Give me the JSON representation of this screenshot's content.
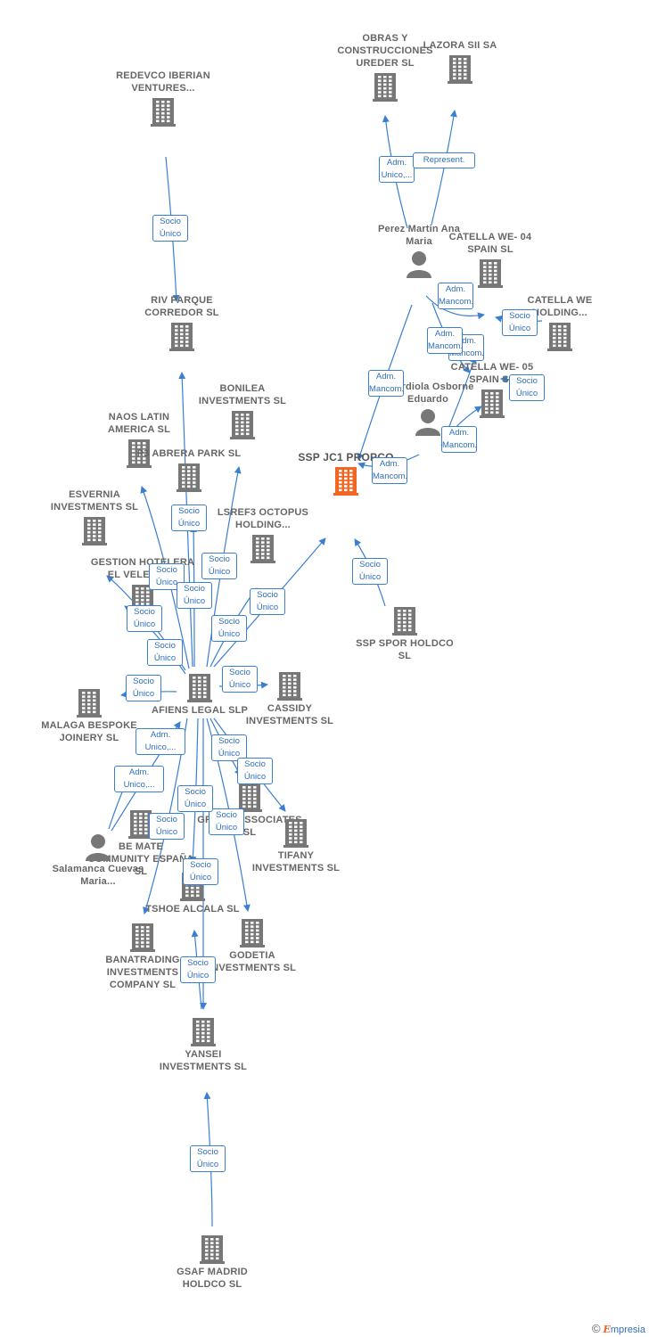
{
  "colors": {
    "edge": "#3a7fd0",
    "building": "#777777",
    "focus": "#f26522",
    "badge_border": "#3a7fd0"
  },
  "nodes": [
    {
      "id": "redevco",
      "kind": "company",
      "name": "REDEVCO IBERIAN VENTURES..."
    },
    {
      "id": "obras",
      "kind": "company",
      "name": "OBRAS Y CONSTRUCCIONES UREDER SL"
    },
    {
      "id": "lazora",
      "kind": "company",
      "name": "LAZORA SII SA"
    },
    {
      "id": "perez",
      "kind": "person",
      "name": "Perez Martin Ana Maria"
    },
    {
      "id": "catella04",
      "kind": "company",
      "name": "CATELLA WE- 04 SPAIN SL"
    },
    {
      "id": "catellawe",
      "kind": "company",
      "name": "CATELLA WE HOLDING..."
    },
    {
      "id": "catella05",
      "kind": "company",
      "name": "CATELLA WE- 05 SPAIN SL"
    },
    {
      "id": "guardiola",
      "kind": "person",
      "name": "Guardiola Osborne Eduardo"
    },
    {
      "id": "rivparque",
      "kind": "company",
      "name": "RIV PARQUE CORREDOR SL"
    },
    {
      "id": "bonilea",
      "kind": "company",
      "name": "BONILEA INVESTMENTS SL"
    },
    {
      "id": "naos",
      "kind": "company",
      "name": "NAOS LATIN AMERICA SL"
    },
    {
      "id": "p3abrera",
      "kind": "company",
      "name": "P3 ABRERA PARK SL"
    },
    {
      "id": "sspjc1",
      "kind": "focus",
      "name": "SSP JC1 PROPCO"
    },
    {
      "id": "esvernia",
      "kind": "company",
      "name": "ESVERNIA INVESTMENTS SL"
    },
    {
      "id": "lsref3",
      "kind": "company",
      "name": "LSREF3 OCTOPUS HOLDING..."
    },
    {
      "id": "gestion",
      "kind": "company",
      "name": "GESTION HOTELERA EL VELETA SL"
    },
    {
      "id": "sspspor",
      "kind": "company",
      "name": "SSP SPOR HOLDCO SL"
    },
    {
      "id": "afiens",
      "kind": "company",
      "name": "AFIENS LEGAL SLP"
    },
    {
      "id": "cassidy",
      "kind": "company",
      "name": "CASSIDY INVESTMENTS SL"
    },
    {
      "id": "malaga",
      "kind": "company",
      "name": "MALAGA BESPOKE JOINERY SL"
    },
    {
      "id": "bemate",
      "kind": "company",
      "name": "BE MATE COMMUNITY ESPAÑA SL"
    },
    {
      "id": "grock",
      "kind": "company",
      "name": "GROCK ASSOCIATES SL"
    },
    {
      "id": "tifany",
      "kind": "company",
      "name": "TIFANY INVESTMENTS SL"
    },
    {
      "id": "salamanca",
      "kind": "person",
      "name": "Salamanca Cuevas Maria..."
    },
    {
      "id": "tshoe",
      "kind": "company",
      "name": "TSHOE ALCALA SL"
    },
    {
      "id": "banatrading",
      "kind": "company",
      "name": "BANATRADING INVESTMENTS COMPANY SL"
    },
    {
      "id": "godetia",
      "kind": "company",
      "name": "GODETIA INVESTMENTS SL"
    },
    {
      "id": "yansei",
      "kind": "company",
      "name": "YANSEI INVESTMENTS SL"
    },
    {
      "id": "gsaf",
      "kind": "company",
      "name": "GSAF MADRID HOLDCO SL"
    }
  ],
  "edges": [
    {
      "from": "redevco",
      "to": "rivparque",
      "label": "Socio Único"
    },
    {
      "from": "perez",
      "to": "obras",
      "label": "Adm. Unico,..."
    },
    {
      "from": "perez",
      "to": "lazora",
      "label": "Represent."
    },
    {
      "from": "perez",
      "to": "catella04",
      "label": "Adm. Mancom."
    },
    {
      "from": "perez",
      "to": "catella05",
      "label": "Adm. Mancom."
    },
    {
      "from": "perez",
      "to": "sspjc1",
      "label": "Adm. Mancom."
    },
    {
      "from": "catellawe",
      "to": "catella04",
      "label": "Socio Único"
    },
    {
      "from": "catellawe",
      "to": "catella05",
      "label": "Socio Único"
    },
    {
      "from": "guardiola",
      "to": "catella04",
      "label": "Adm. Mancom."
    },
    {
      "from": "guardiola",
      "to": "catella05",
      "label": "Adm. Mancom."
    },
    {
      "from": "guardiola",
      "to": "sspjc1",
      "label": "Adm. Mancom."
    },
    {
      "from": "sspspor",
      "to": "sspjc1",
      "label": "Socio Único"
    },
    {
      "from": "afiens",
      "to": "rivparque",
      "label": "Socio Único"
    },
    {
      "from": "afiens",
      "to": "p3abrera",
      "label": "Socio Único"
    },
    {
      "from": "afiens",
      "to": "naos",
      "label": "Socio Único"
    },
    {
      "from": "afiens",
      "to": "bonilea",
      "label": "Socio Único"
    },
    {
      "from": "afiens",
      "to": "esvernia",
      "label": "Socio Único"
    },
    {
      "from": "afiens",
      "to": "lsref3",
      "label": "Socio Único"
    },
    {
      "from": "afiens",
      "to": "sspjc1",
      "label": "Socio Único"
    },
    {
      "from": "afiens",
      "to": "gestion",
      "label": "Socio Único"
    },
    {
      "from": "afiens",
      "to": "cassidy",
      "label": "Socio Único"
    },
    {
      "from": "afiens",
      "to": "malaga",
      "label": "Socio Único"
    },
    {
      "from": "afiens",
      "to": "grock",
      "label": "Socio Único"
    },
    {
      "from": "afiens",
      "to": "tifany",
      "label": "Socio Único"
    },
    {
      "from": "afiens",
      "to": "banatrading",
      "label": "Socio Único"
    },
    {
      "from": "afiens",
      "to": "tshoe",
      "label": "Socio Único"
    },
    {
      "from": "afiens",
      "to": "godetia",
      "label": "Socio Único"
    },
    {
      "from": "salamanca",
      "to": "afiens",
      "label": "Adm. Unico,..."
    },
    {
      "from": "salamanca",
      "to": "bemate",
      "label": "Adm. Unico,..."
    },
    {
      "from": "yansei",
      "to": "tshoe",
      "label": "Socio Único"
    },
    {
      "from": "afiens",
      "to": "yansei",
      "label": "Socio Único"
    },
    {
      "from": "gsaf",
      "to": "yansei",
      "label": "Socio Único"
    }
  ],
  "brand": {
    "copyright": "©",
    "e": "E",
    "rest": "mpresia"
  }
}
